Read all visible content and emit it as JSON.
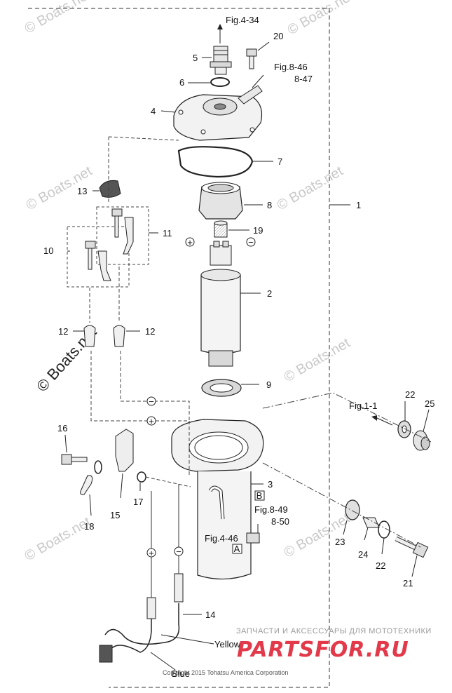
{
  "watermark": "© Boats.net",
  "copyright": "Copyright 2015 Tohatsu America Corporation",
  "shop": {
    "slogan": "ЗАПЧАСТИ И АКСЕССУАРЫ ДЛЯ МОТОТЕХНИКИ",
    "brand": "PARTSFOR.RU"
  },
  "wires": {
    "yellow": "Yellow",
    "blue": "Blue"
  },
  "symbols": {
    "plus": "+",
    "minus": "−"
  },
  "boxes": {
    "a": "A",
    "b": "B"
  },
  "refs": {
    "fig_4_34": "Fig.4-34",
    "fig_8_46": "Fig.8-46",
    "fig_8_47": "8-47",
    "fig_8_49": "Fig.8-49",
    "fig_8_50": "8-50",
    "fig_4_46": "Fig.4-46",
    "fig_1_1": "Fig.1-1"
  },
  "parts": {
    "p1": "1",
    "p2": "2",
    "p3": "3",
    "p4": "4",
    "p5": "5",
    "p6": "6",
    "p7": "7",
    "p8": "8",
    "p9": "9",
    "p10": "10",
    "p11": "11",
    "p12a": "12",
    "p12b": "12",
    "p13": "13",
    "p14": "14",
    "p15": "15",
    "p16": "16",
    "p17": "17",
    "p18": "18",
    "p19": "19",
    "p20": "20",
    "p21": "21",
    "p22a": "22",
    "p22b": "22",
    "p23": "23",
    "p24": "24",
    "p25": "25"
  }
}
